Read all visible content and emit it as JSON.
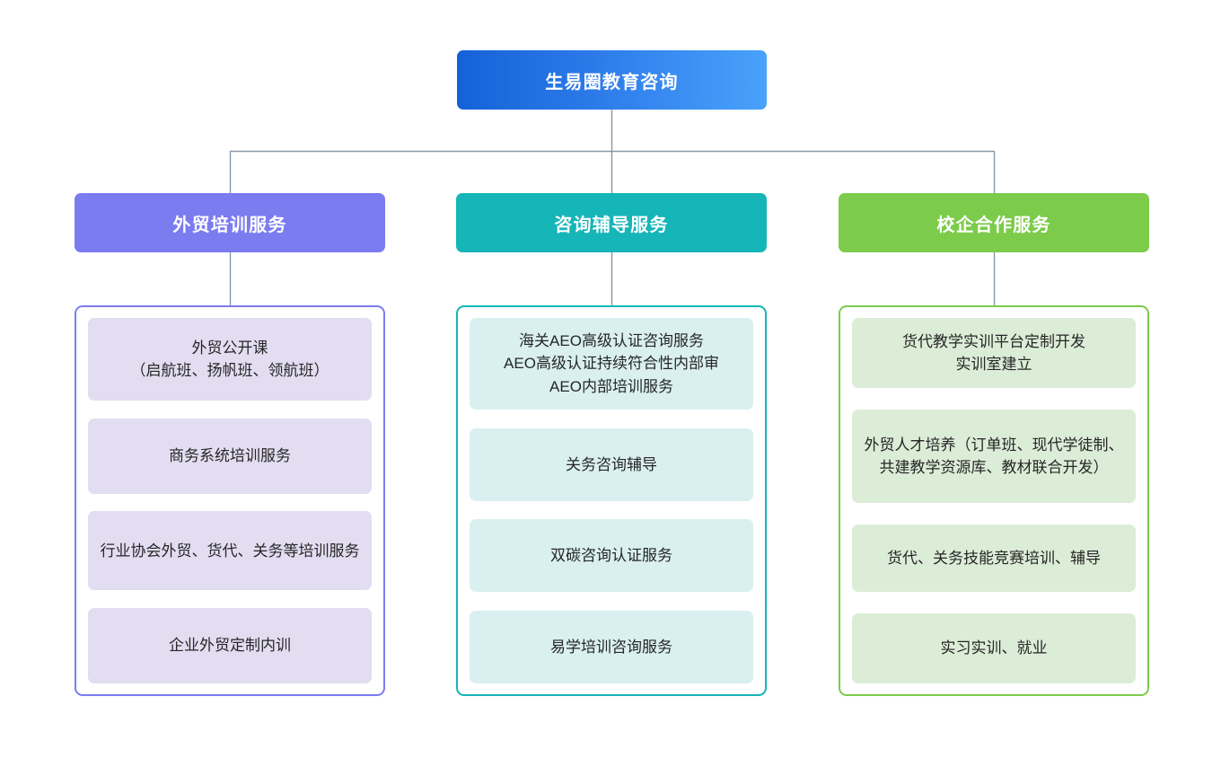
{
  "diagram": {
    "type": "organization-tree",
    "root": {
      "label": "生易圈教育咨询",
      "color": "#2d7bea",
      "gradient_from": "#1462d6",
      "gradient_to": "#49a2fb"
    },
    "connector_color": "#8a97a8",
    "branches": [
      {
        "id": "training",
        "header": "外贸培训服务",
        "color": "#7b7cf0",
        "item_bg": "#e3ddf2",
        "items": [
          "外贸公开课\n（启航班、扬帆班、领航班）",
          "商务系统培训服务",
          "行业协会外贸、货代、关务等培训服务",
          "企业外贸定制内训"
        ]
      },
      {
        "id": "consulting",
        "header": "咨询辅导服务",
        "color": "#16b5b8",
        "item_bg": "#daf0f0",
        "items": [
          "海关AEO高级认证咨询服务\nAEO高级认证持续符合性内部审\nAEO内部培训服务",
          "关务咨询辅导",
          "双碳咨询认证服务",
          "易学培训咨询服务"
        ]
      },
      {
        "id": "school-enterprise",
        "header": "校企合作服务",
        "color": "#7ccb4b",
        "item_bg": "#dcedd7",
        "items": [
          "货代教学实训平台定制开发\n实训室建立",
          "外贸人才培养（订单班、现代学徒制、共建教学资源库、教材联合开发）",
          "货代、关务技能竞赛培训、辅导",
          "实习实训、就业"
        ]
      }
    ]
  }
}
